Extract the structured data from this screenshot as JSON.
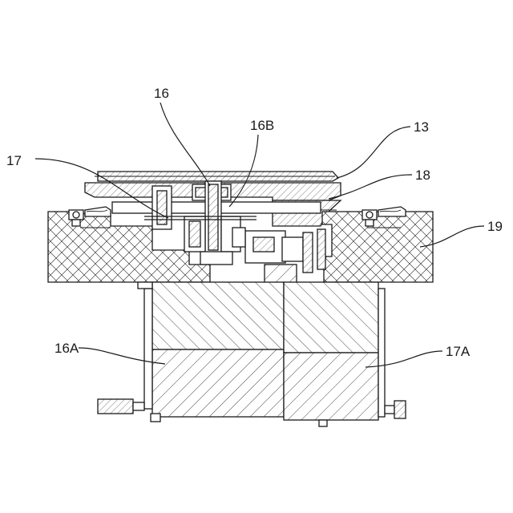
{
  "labels": {
    "l16": "16",
    "l16b": "16B",
    "l13": "13",
    "l17": "17",
    "l18": "18",
    "l19": "19",
    "l16a": "16A",
    "l17a": "17A"
  }
}
